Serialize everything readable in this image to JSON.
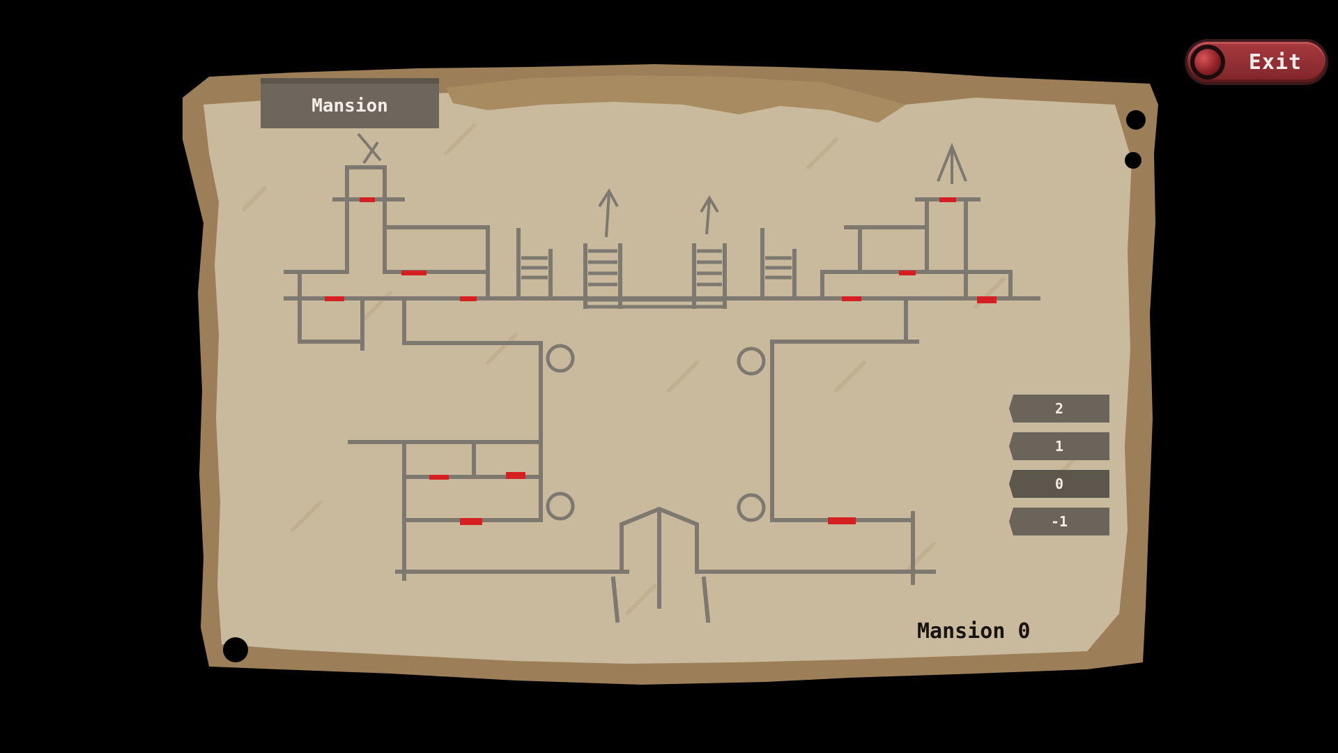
{
  "exit": {
    "label": "Exit"
  },
  "map": {
    "title": "Mansion",
    "current_location": "Mansion 0",
    "floors": [
      {
        "label": "2",
        "selected": false
      },
      {
        "label": "1",
        "selected": false
      },
      {
        "label": "0",
        "selected": true
      },
      {
        "label": "-1",
        "selected": false
      }
    ]
  },
  "colors": {
    "background": "#000000",
    "parchment": "#c9b99d",
    "parchment_edge": "#9c7f58",
    "wall": "#7d7870",
    "door_marker": "#d42020",
    "exit_button": "#8f2c31",
    "tab": "#6e665c"
  },
  "icons": {
    "exit": "red-orb-icon",
    "up": "arrow-up-icon"
  }
}
